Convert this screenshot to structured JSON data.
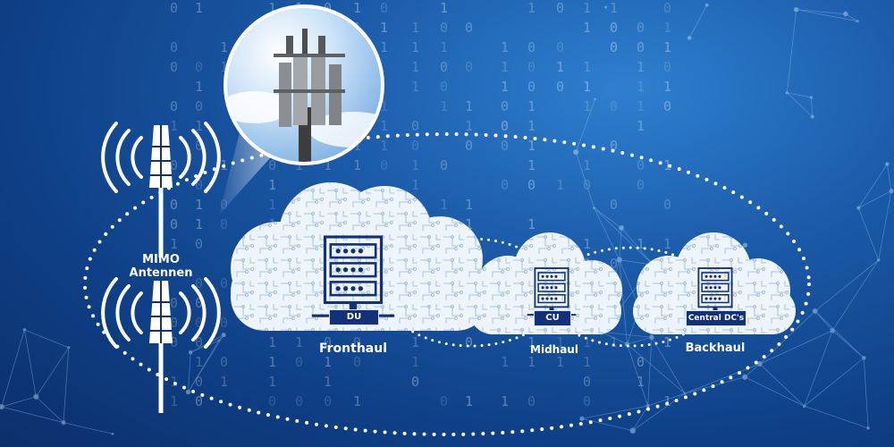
{
  "diagram": {
    "antenna_label": "MIMO\nAntennen",
    "clouds": [
      {
        "tag": "DU",
        "caption": "Fronthaul"
      },
      {
        "tag": "CU",
        "caption": "Midhaul"
      },
      {
        "tag": "Central DC's",
        "caption": "Backhaul"
      }
    ]
  },
  "colors": {
    "bg_dark": "#0b2f6a",
    "bg_light": "#2f7fd0",
    "cloud_fill": "#eef4fb",
    "circuit": "#b9cde4",
    "tag_bg": "#12317a",
    "dots": "#ffffff"
  },
  "icons": [
    "antenna-tower-icon",
    "server-rack-icon",
    "cell-tower-photo"
  ]
}
